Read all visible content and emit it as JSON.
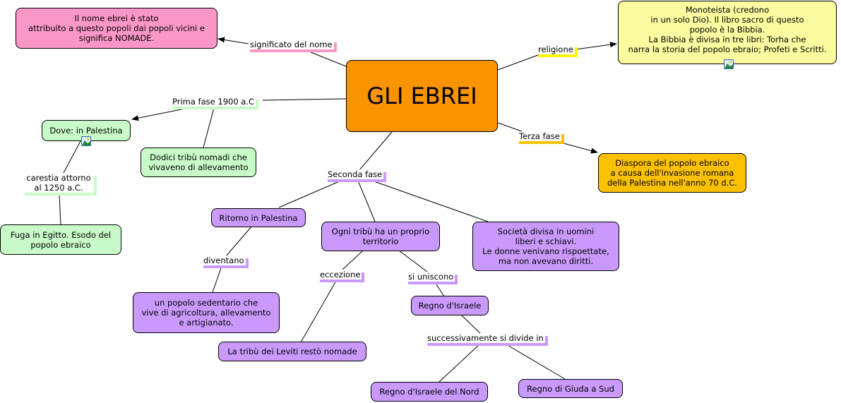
{
  "map": {
    "title": "GLI EBREI",
    "colors": {
      "central": "#fa9300",
      "meaning": "#fb97c7",
      "religion": "#fbfba0",
      "first_phase": "#c8fbc8",
      "second_phase": "#c99afb",
      "third_phase": "#fbc100"
    },
    "concepts": {
      "meaning": "Il nome ebrei è stato\nattribuito a questo popoli dai popoli vicini e\nsignifica NOMADE.",
      "religion": "Monoteista (credono\nin un solo Dio). Il libro sacro di questo\npopolo è la Bibbia.\nLa Bibbia è divisa in tre libri: Torha che\nnarra la storia del popolo ebraio; Profeti e Scritti.",
      "where": "Dove: in Palestina",
      "twelve_tribes": "Dodici tribù nomadi che\nvivaveno di allevamento",
      "egypt": "Fuga in Egitto. Esodo del\npopolo ebraico",
      "diaspora": "Diaspora del popolo ebraico\na causa dell'invasione romana\ndella Palestina nell'anno 70 d.C.",
      "return": "Ritorno in Palestina",
      "territory": "Ogni tribù ha un proprio\nterritorio",
      "society": "Società divisa in uomini\nliberi e schiavi.\nLe donne venivano rispoettate,\nma non avevano diritti.",
      "sedentary": "un popolo sedentario che\nvive di agricoltura, allevamento\ne artigianato.",
      "levites": "La tribù dei Leviti restò nomade",
      "kingdom_israel": "Regno d'Israele",
      "kingdom_north": "Regno d'Israele del Nord",
      "kingdom_south": "Regno di Giuda a Sud"
    },
    "links": {
      "meaning": "significato del nome",
      "religion": "religione",
      "first_phase": "Prima fase 1900 a.C",
      "famine": "carestia attorno\nal 1250 a.C.",
      "third_phase": "Terza fase",
      "second_phase": "Seconda fase",
      "become": "diventano",
      "exception": "eccezione",
      "unite": "si uniscono",
      "divides": "successivamente si divide in"
    },
    "icons": {
      "religion_resource": "image-resource-icon",
      "where_resource": "image-resource-icon"
    }
  }
}
